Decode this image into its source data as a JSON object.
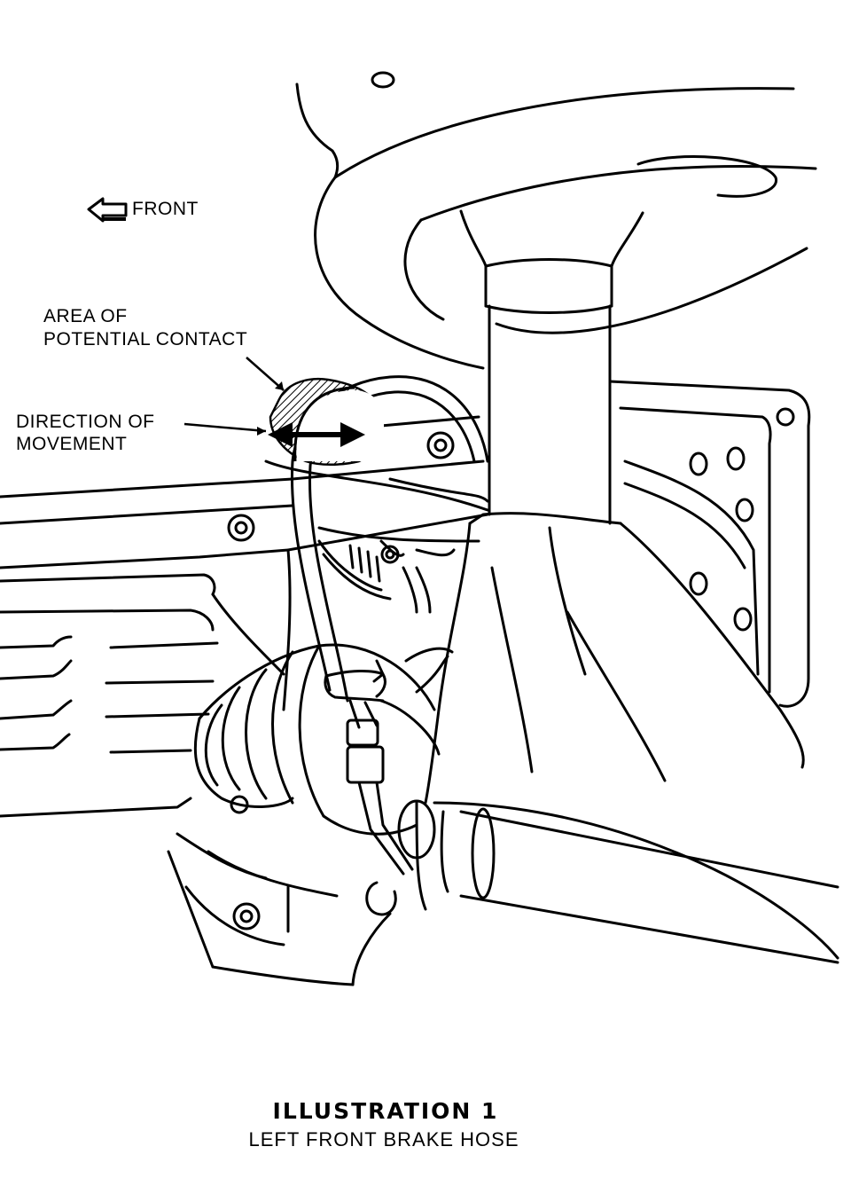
{
  "labels": {
    "front": "FRONT",
    "contact_line1": "AREA OF",
    "contact_line2": "POTENTIAL CONTACT",
    "movement_line1": "DIRECTION OF",
    "movement_line2": "MOVEMENT"
  },
  "caption": {
    "title": "ILLUSTRATION 1",
    "subtitle": "LEFT FRONT BRAKE HOSE"
  },
  "colors": {
    "ink": "#000000",
    "paper": "#ffffff"
  },
  "icons": {
    "front_arrow": "left-arrow-icon",
    "movement_arrow": "double-headed-arrow-icon"
  }
}
